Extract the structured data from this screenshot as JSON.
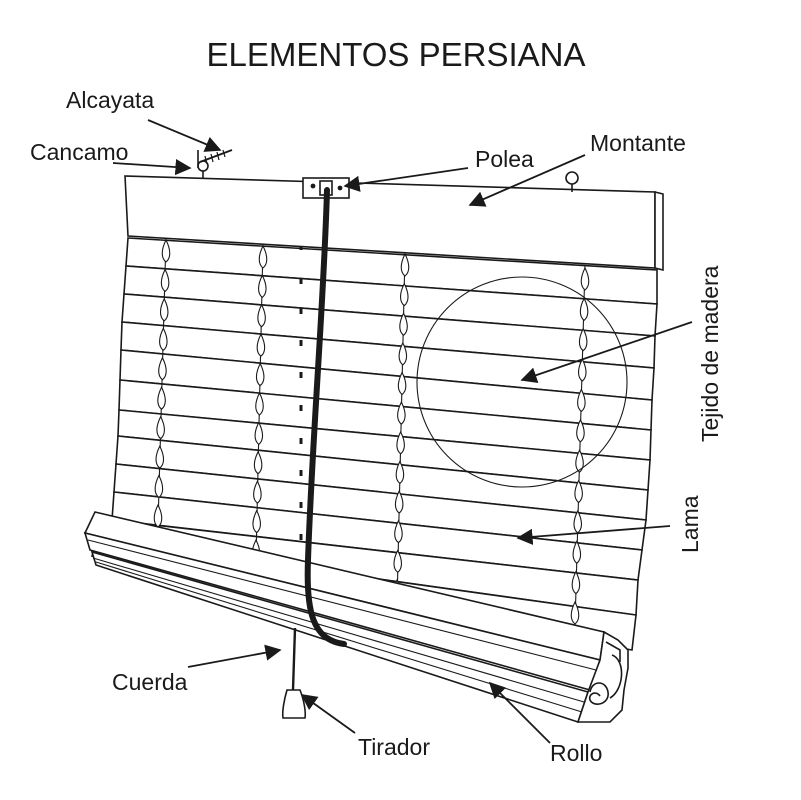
{
  "title": "ELEMENTOS PERSIANA",
  "labels": {
    "alcayata": "Alcayata",
    "cancamo": "Cancamo",
    "polea": "Polea",
    "montante": "Montante",
    "tejido": "Tejido de madera",
    "lama": "Lama",
    "cuerda": "Cuerda",
    "tirador": "Tirador",
    "rollo": "Rollo"
  },
  "colors": {
    "ink": "#1a1a1a",
    "background": "#ffffff"
  }
}
